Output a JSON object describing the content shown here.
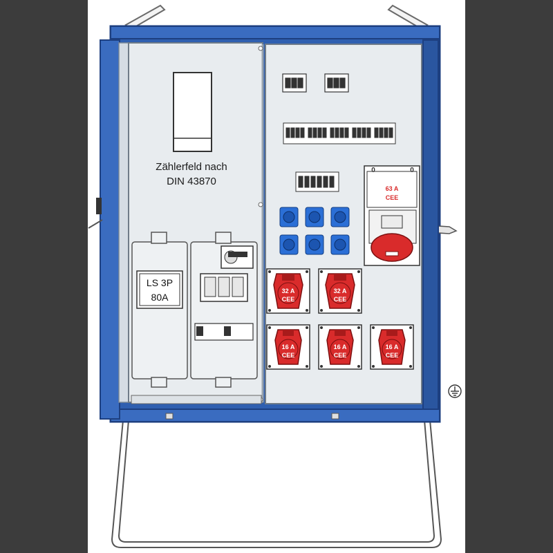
{
  "colors": {
    "cabinet_blue": "#2f5fb0",
    "cabinet_dark": "#1d3f80",
    "panel": "#e8ecef",
    "cee_red": "#d92b2b",
    "socket_blue": "#2b6fd6",
    "frame_gray": "#d9d9d9"
  },
  "meter_field": {
    "label_line1": "Zählerfeld nach",
    "label_line2": "DIN 43870"
  },
  "ls_module": {
    "label_line1": "LS 3P",
    "label_line2": "80A"
  },
  "cee_sockets": {
    "large": {
      "rating": "63 A",
      "type": "CEE"
    },
    "row_32": [
      {
        "rating": "32 A",
        "type": "CEE"
      },
      {
        "rating": "32 A",
        "type": "CEE"
      }
    ],
    "row_16": [
      {
        "rating": "16 A",
        "type": "CEE"
      },
      {
        "rating": "16 A",
        "type": "CEE"
      },
      {
        "rating": "16 A",
        "type": "CEE"
      }
    ]
  },
  "large_socket_switch": {
    "left": "0",
    "right": "0"
  },
  "earth_symbol": "ground-icon"
}
